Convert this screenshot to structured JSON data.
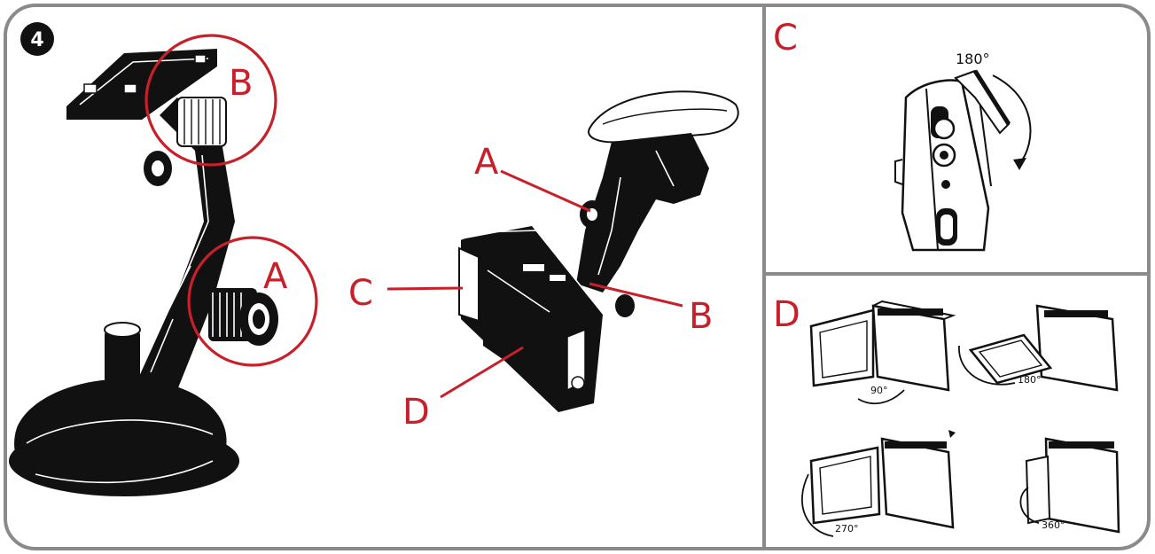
{
  "step": {
    "number": "4"
  },
  "main_labels": {
    "a": "A",
    "b": "B",
    "c": "C",
    "d": "D"
  },
  "callout_labels": {
    "a": "A",
    "b": "B"
  },
  "panel_c": {
    "letter": "C",
    "angle": "180°"
  },
  "panel_d": {
    "letter": "D",
    "angles": {
      "deg90": "90°",
      "deg180": "180°",
      "deg270": "270°",
      "deg360": "360°"
    }
  },
  "colors": {
    "accent": "#c8202a",
    "frame": "#8a8a8a",
    "ink": "#111111"
  },
  "icons": {
    "step_badge": "circle-number-icon"
  }
}
